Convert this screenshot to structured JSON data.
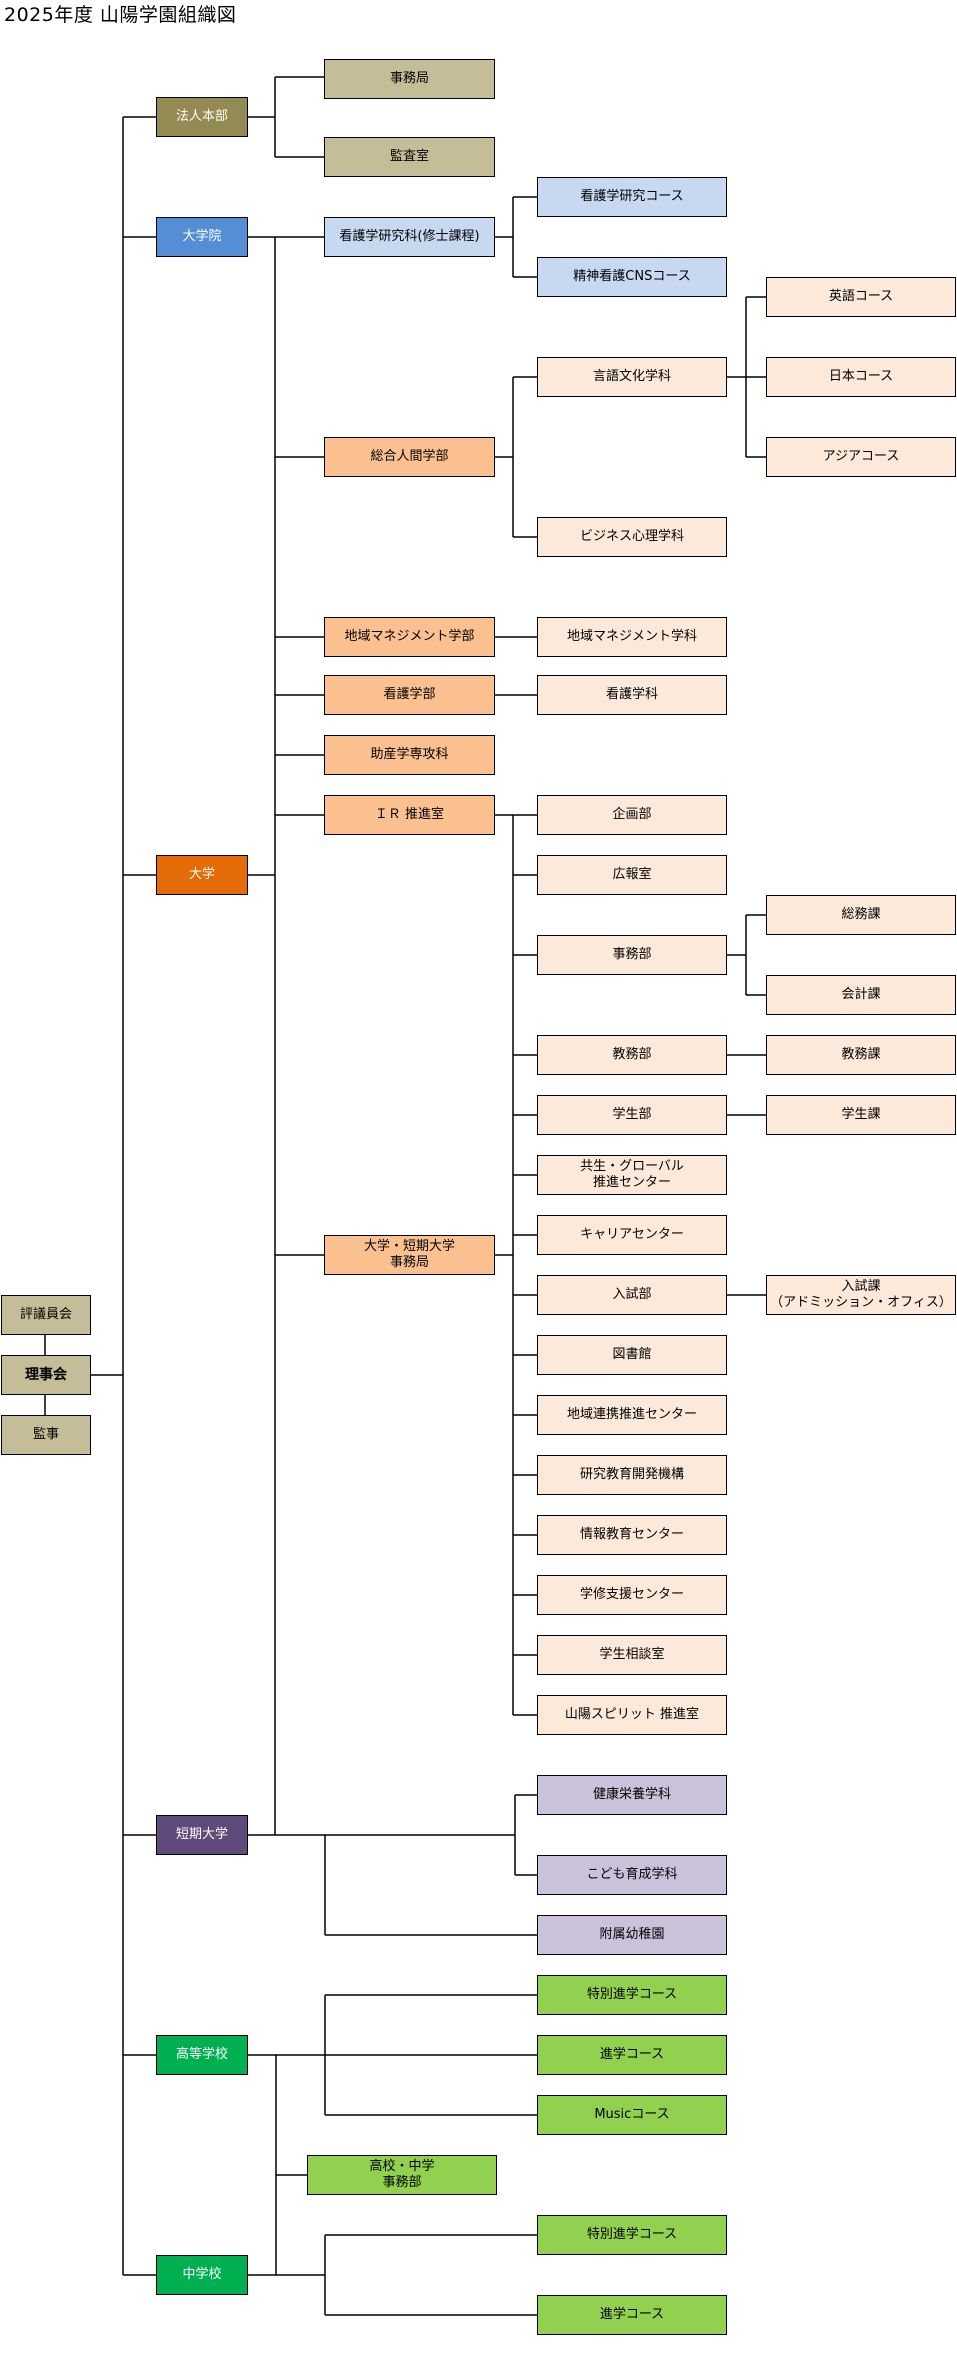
{
  "title": "2025年度 山陽学園組織図",
  "colors": {
    "tan": "#C4BD97",
    "olive": "#948A54",
    "blue": "#558ED5",
    "light_blue": "#C6D9F1",
    "orange": "#E36C09",
    "peach": "#FAC090",
    "light_peach": "#FDE9D9",
    "purple": "#604A7B",
    "lavender": "#CCC1DA",
    "green": "#00B050",
    "light_green": "#92D050"
  },
  "nodes": {
    "hyogiinkai": "評議員会",
    "rijikai": "理事会",
    "kanji": "監事",
    "hojin_honbu": "法人本部",
    "jimukyoku": "事務局",
    "kansashitsu": "監査室",
    "daigakuin": "大学院",
    "kango_kenkyuka": "看護学研究科(修士課程)",
    "kango_kenkyu_course": "看護学研究コース",
    "seishin_cns_course": "精神看護CNSコース",
    "daigaku": "大学",
    "sogo_ningen": "総合人間学部",
    "gengo_bunka": "言語文化学科",
    "eigo_course": "英語コース",
    "nihon_course": "日本コース",
    "asia_course": "アジアコース",
    "business_shinri": "ビジネス心理学科",
    "chiiki_mgmt_gakubu": "地域マネジメント学部",
    "chiiki_mgmt_gakka": "地域マネジメント学科",
    "kango_gakubu": "看護学部",
    "kango_gakka": "看護学科",
    "josan": "助産学専攻科",
    "ir": "ＩＲ 推進室",
    "kikaku": "企画部",
    "koho": "広報室",
    "jimukyoku_daigaku": "大学・短期大学\n事務局",
    "jimubu": "事務部",
    "somuka": "総務課",
    "kaikeika": "会計課",
    "kyomubu": "教務部",
    "kyomuka": "教務課",
    "gakuseibu": "学生部",
    "gakuseika": "学生課",
    "kyosei_global": "共生・グローバル\n推進センター",
    "career": "キャリアセンター",
    "nyushibu": "入試部",
    "nyushika": "入試課\n（アドミッション・オフィス）",
    "toshokan": "図書館",
    "chiiki_renkei": "地域連携推進センター",
    "kenkyu_kyoiku": "研究教育開発機構",
    "joho_kyoiku": "情報教育センター",
    "gakushu_shien": "学修支援センター",
    "gakusei_sodan": "学生相談室",
    "sanyo_spirit": "山陽スピリット 推進室",
    "tanki_daigaku": "短期大学",
    "kenko_eiyo": "健康栄養学科",
    "kodomo_ikusei": "こども育成学科",
    "fuzoku_yochien": "附属幼稚園",
    "koto_gakko": "高等学校",
    "hs_tokubetsu": "特別進学コース",
    "hs_shingaku": "進学コース",
    "hs_music": "Musicコース",
    "kochu_jimubu": "高校・中学\n事務部",
    "chugakko": "中学校",
    "jh_tokubetsu": "特別進学コース",
    "jh_shingaku": "進学コース"
  }
}
